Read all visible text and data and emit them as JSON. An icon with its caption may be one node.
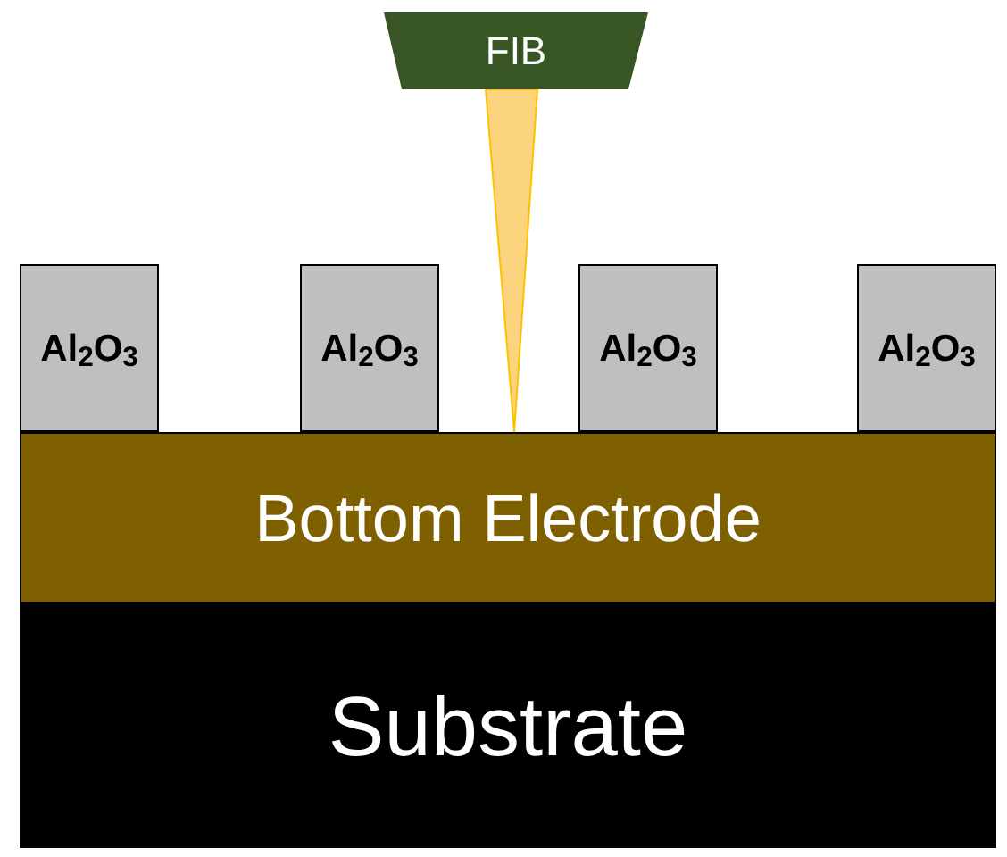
{
  "diagram": {
    "nodes": [
      {
        "text": [
          "FIB"
        ]
      },
      {
        "text": [
          "Al$_{2}$O$_{3}$"
        ]
      },
      {
        "text": [
          "Al$_{2}$O$_{3}$"
        ]
      },
      {
        "text": [
          "Al$_{2}$O$_{3}$"
        ]
      },
      {
        "text": [
          "Al$_{2}$O$_{3}$"
        ]
      },
      {
        "text": [
          "Bottom Electrode"
        ]
      },
      {
        "text": [
          "Substrate"
        ]
      }
    ]
  }
}
